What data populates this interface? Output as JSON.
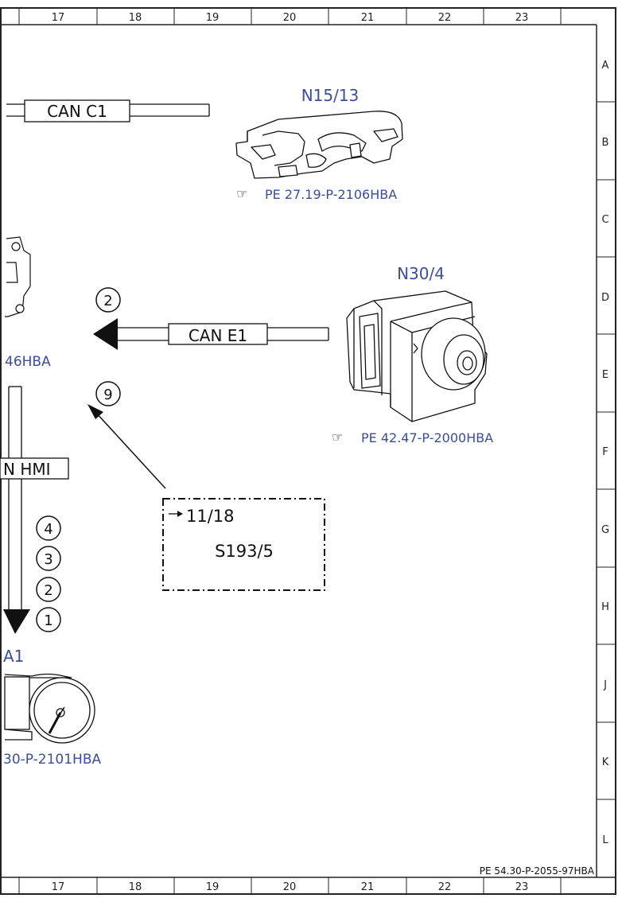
{
  "grid": {
    "columns": [
      "17",
      "18",
      "19",
      "20",
      "21",
      "22",
      "23"
    ],
    "rows": [
      "A",
      "B",
      "C",
      "D",
      "E",
      "F",
      "G",
      "H",
      "J",
      "K",
      "L"
    ]
  },
  "components": {
    "n15_13": {
      "label": "N15/13",
      "ref": "PE 27.19-P-2106HBA"
    },
    "n30_4": {
      "label": "N30/4",
      "ref": "PE 42.47-P-2000HBA"
    },
    "left_partial_ref": "46HBA",
    "cluster": {
      "label": "A1",
      "ref": "30-P-2101HBA"
    }
  },
  "buses": {
    "can_c1": "CAN C1",
    "can_e1": "CAN E1",
    "can_hmi": "N HMI"
  },
  "markers": {
    "m2_top": "2",
    "m9": "9",
    "m4": "4",
    "m3": "3",
    "m2_low": "2",
    "m1": "1"
  },
  "switch_box": {
    "ref": "11/18",
    "label": "S193/5"
  },
  "doc_id": "PE 54.30-P-2055-97HBA",
  "colors": {
    "link_blue": "#3b4d9c",
    "ink": "#111111"
  }
}
